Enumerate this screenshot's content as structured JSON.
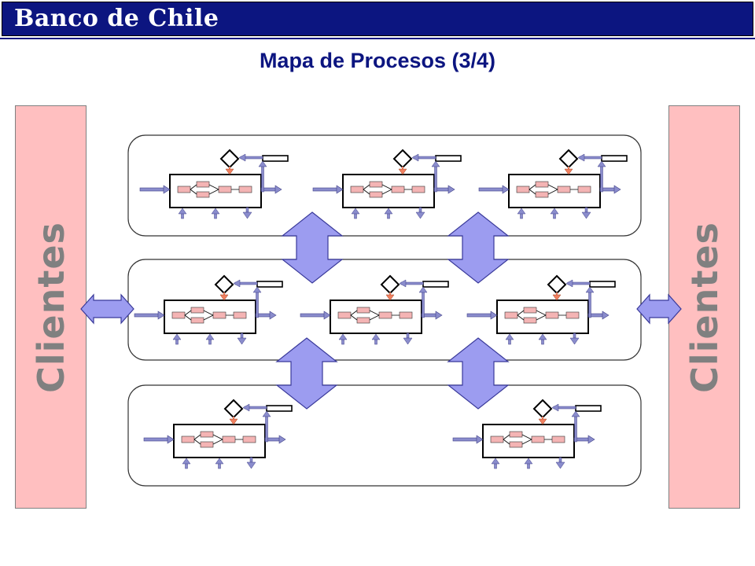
{
  "header": {
    "logo_text": "Banco de Chile"
  },
  "slide": {
    "title": "Mapa de Procesos (3/4)"
  },
  "sides": {
    "left_label": "Clientes",
    "right_label": "Clientes"
  },
  "colors": {
    "header_band": "#0c1580",
    "title": "#0c1580",
    "side_panel": "#ffbfc0",
    "side_text": "#808080",
    "arrow_fill": "#9c9cf0",
    "arrow_stroke": "#3a3a9a",
    "small_arrow": "#8a8ccc",
    "down_arrow": "#f08060",
    "mini_box": "#f4b4b4"
  },
  "lanes": [
    {
      "process_count": 3
    },
    {
      "process_count": 3
    },
    {
      "process_count": 2
    }
  ]
}
